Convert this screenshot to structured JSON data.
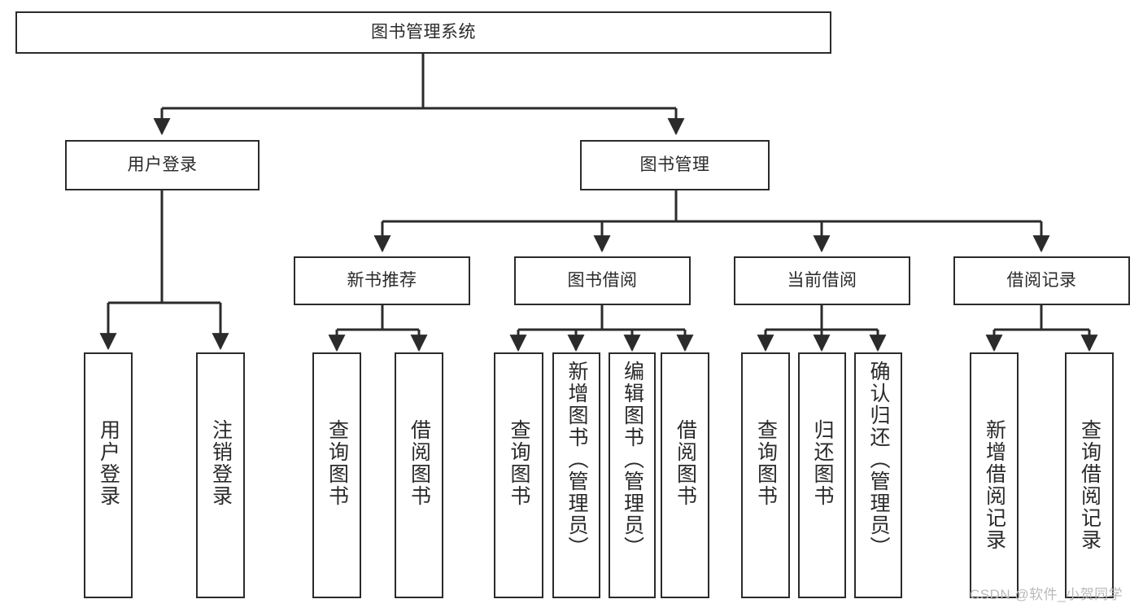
{
  "diagram": {
    "title_node": {
      "label": "图书管理系统"
    },
    "level2": [
      {
        "id": "user-login",
        "label": "用户登录"
      },
      {
        "id": "book-management",
        "label": "图书管理"
      }
    ],
    "level3": [
      {
        "id": "new-book-recommend",
        "label": "新书推荐"
      },
      {
        "id": "book-borrow",
        "label": "图书借阅"
      },
      {
        "id": "current-borrow",
        "label": "当前借阅"
      },
      {
        "id": "borrow-record",
        "label": "借阅记录"
      }
    ],
    "leaves": {
      "user_login": [
        {
          "id": "leaf-user-login",
          "label": "用户登录"
        },
        {
          "id": "leaf-logout-login",
          "label": "注销登录"
        }
      ],
      "new_book_recommend": [
        {
          "id": "leaf-query-book-1",
          "label": "查询图书"
        },
        {
          "id": "leaf-borrow-book-1",
          "label": "借阅图书"
        }
      ],
      "book_borrow": [
        {
          "id": "leaf-query-book-2",
          "label": "查询图书"
        },
        {
          "id": "leaf-add-book",
          "label": "新增图书（管理员）"
        },
        {
          "id": "leaf-edit-book",
          "label": "编辑图书（管理员）"
        },
        {
          "id": "leaf-borrow-book-2",
          "label": "借阅图书"
        }
      ],
      "current_borrow": [
        {
          "id": "leaf-query-book-3",
          "label": "查询图书"
        },
        {
          "id": "leaf-return-book",
          "label": "归还图书"
        },
        {
          "id": "leaf-confirm-return",
          "label": "确认归还（管理员）"
        }
      ],
      "borrow_record": [
        {
          "id": "leaf-add-record",
          "label": "新增借阅记录"
        },
        {
          "id": "leaf-query-record",
          "label": "查询借阅记录"
        }
      ]
    },
    "watermark": "CSDN @软件_小贺同学",
    "colors": {
      "box_border": "#2b2b2b",
      "box_fill": "#ffffff",
      "connector": "#2b2b2b",
      "text": "#2a2a2a",
      "watermark": "#b9b9b9",
      "background": "#ffffff"
    }
  }
}
